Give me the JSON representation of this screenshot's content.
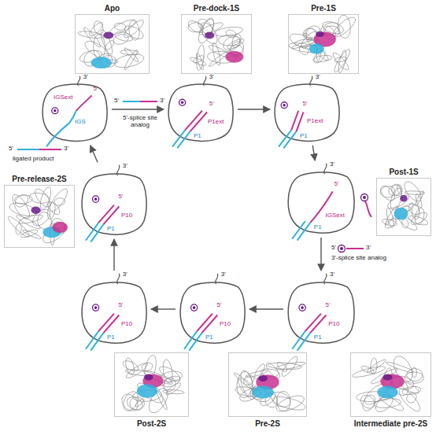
{
  "diagram": {
    "nodes": [
      {
        "text": [
          "Apo"
        ]
      },
      {
        "text": [
          "3'",
          "IGSext",
          "5'",
          "IGS"
        ]
      },
      {
        "text": [
          "Pre-dock-1S"
        ]
      },
      {
        "text": [
          "3'",
          "P1ext",
          "P1",
          "5'"
        ]
      },
      {
        "text": [
          "Pre-1S"
        ]
      },
      {
        "text": [
          "3'",
          "5'",
          "P1ext",
          "P1"
        ]
      },
      {
        "text": [
          "Post-1S"
        ]
      },
      {
        "text": [
          "3'",
          "5'",
          "IGSext",
          "P1"
        ]
      },
      {
        "text": [
          "Intermediate pre-2S"
        ]
      },
      {
        "text": [
          "3'",
          "5'",
          "P10",
          "P1"
        ]
      },
      {
        "text": [
          "Pre-2S"
        ]
      },
      {
        "text": [
          "3'",
          "5'",
          "P10",
          "P1"
        ]
      },
      {
        "text": [
          "Post-2S"
        ]
      },
      {
        "text": [
          "3'",
          "5'",
          "P10",
          "P1"
        ]
      },
      {
        "text": [
          "Pre-release-2S"
        ]
      },
      {
        "text": [
          "3'",
          "P10",
          "5'",
          "P1"
        ]
      }
    ],
    "edges": [
      {
        "from": 1,
        "to": 3,
        "arrow": "to"
      },
      {
        "from": 3,
        "to": 5,
        "arrow": "to"
      },
      {
        "from": 5,
        "to": 7,
        "arrow": "to"
      },
      {
        "from": 7,
        "to": 9,
        "arrow": "to"
      },
      {
        "from": 9,
        "to": 11,
        "arrow": "to"
      },
      {
        "from": 11,
        "to": 13,
        "arrow": "to"
      },
      {
        "from": 13,
        "to": 15,
        "arrow": "to"
      },
      {
        "from": 15,
        "to": 1,
        "arrow": "to"
      }
    ],
    "labels": [
      "5'",
      "3'",
      "5'-splice site analog",
      "5'",
      "3'",
      "3'-splice site analog",
      "5'",
      "3'",
      "ligated product"
    ]
  }
}
